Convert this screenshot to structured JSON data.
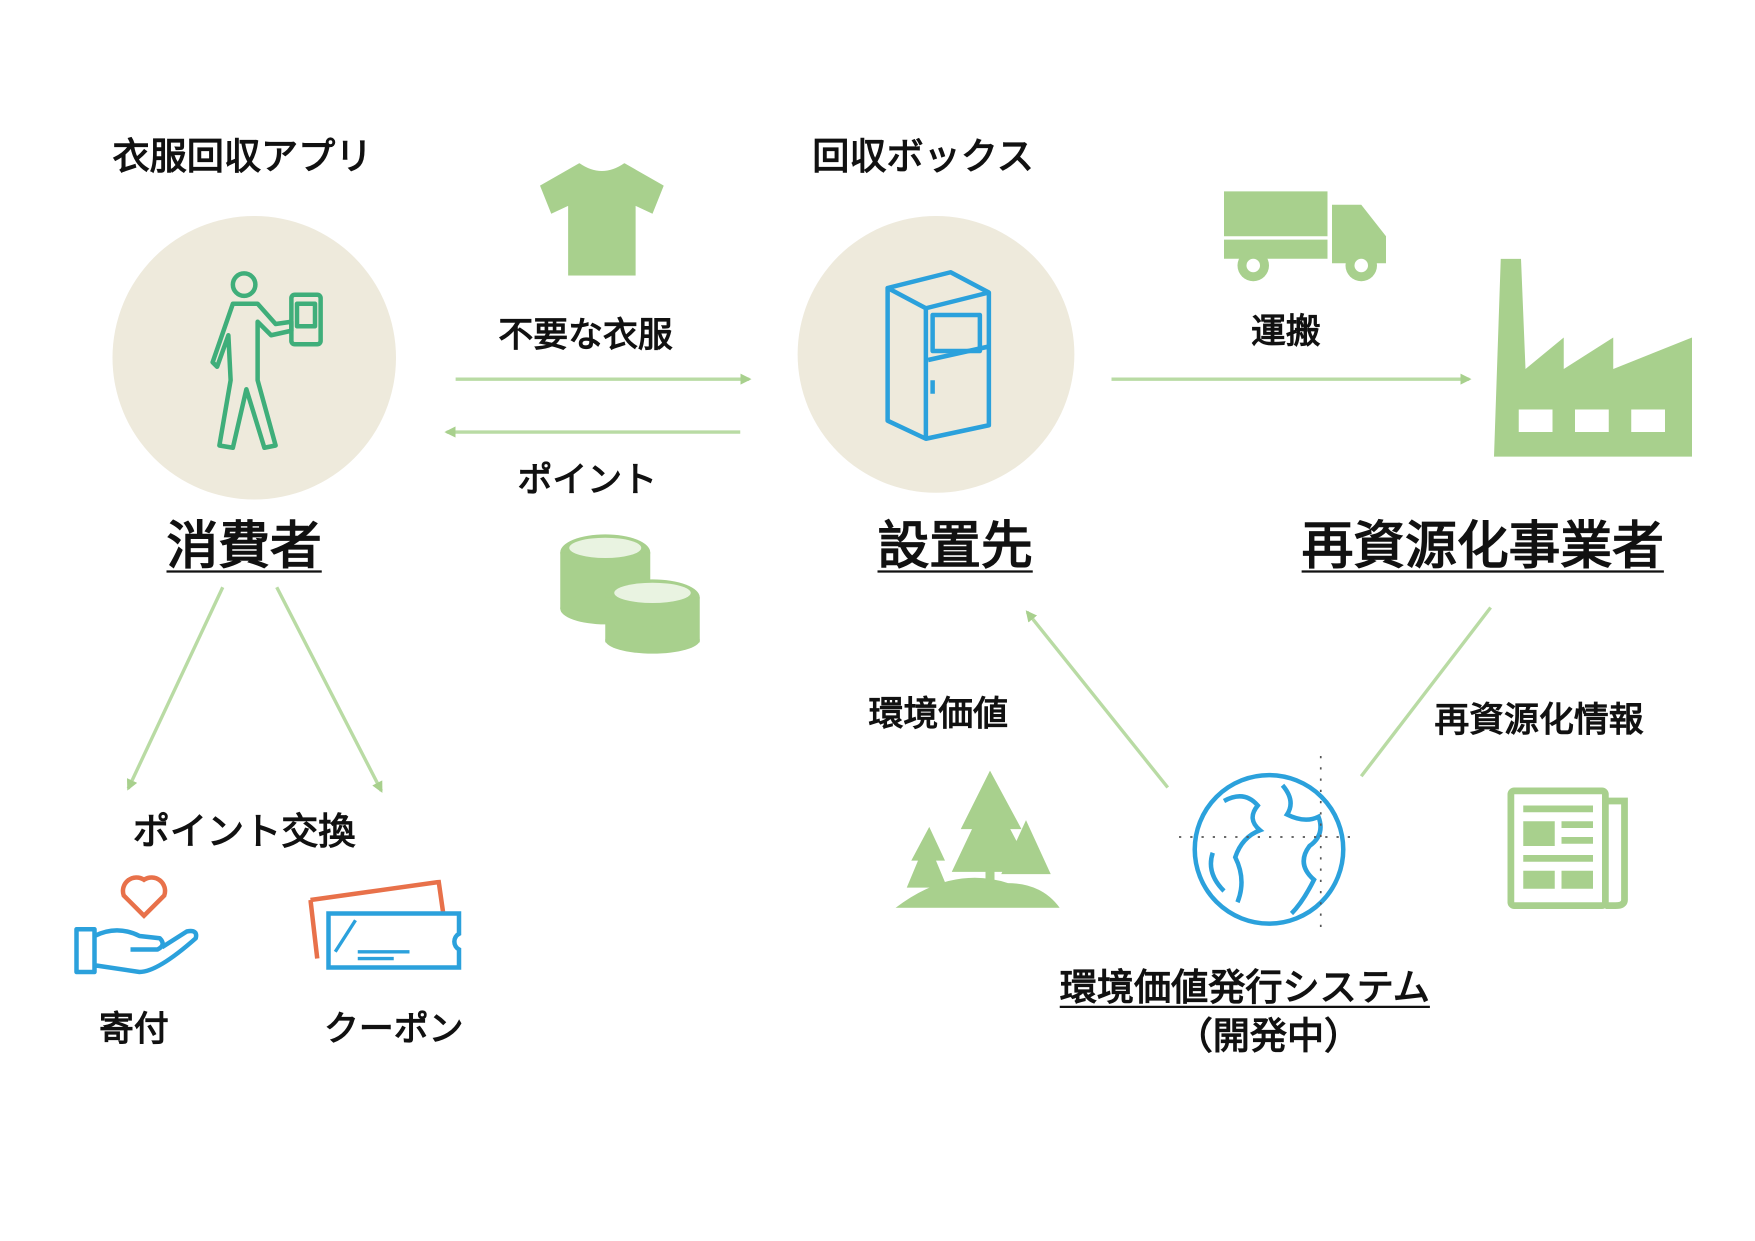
{
  "consumer": {
    "app_label": "衣服回収アプリ",
    "title": "消費者"
  },
  "flows": {
    "clothes": "不要な衣服",
    "points": "ポイント",
    "transport": "運搬"
  },
  "box": {
    "label": "回収ボックス",
    "title": "設置先"
  },
  "recycler": {
    "title": "再資源化事業者"
  },
  "exchange": {
    "title": "ポイント交換",
    "donation": "寄付",
    "coupon": "クーポン"
  },
  "system": {
    "env_value": "環境価値",
    "recycle_info": "再資源化情報",
    "title": "環境価値発行システム",
    "status": "（開発中）"
  },
  "colors": {
    "green": "#a8d08d",
    "beige": "#eeeadc",
    "blue": "#2ba1dc",
    "person": "#3fae7a",
    "orange": "#e8714a"
  }
}
